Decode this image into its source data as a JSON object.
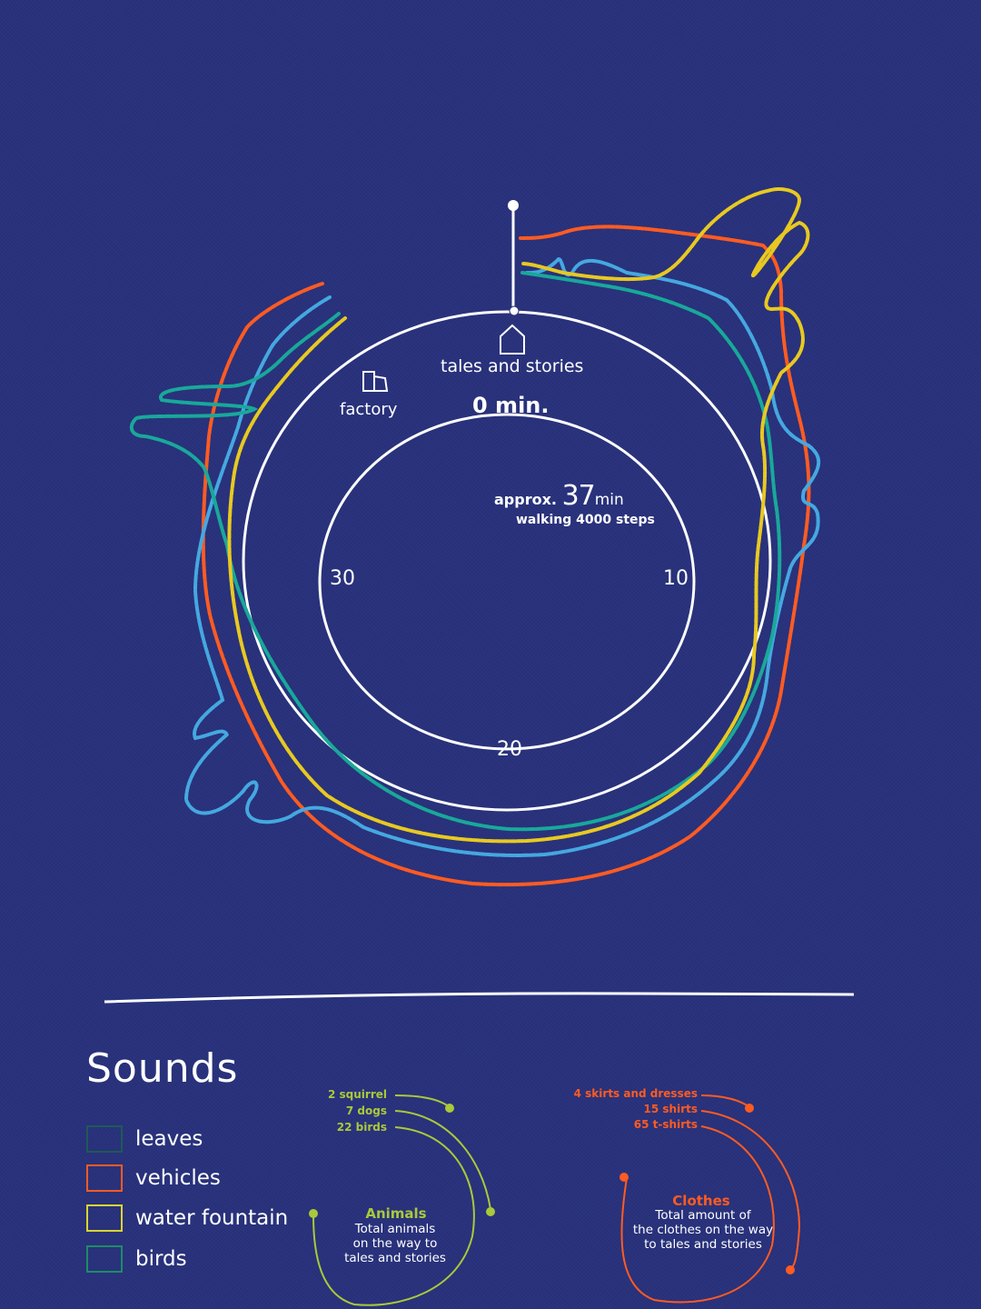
{
  "colors": {
    "background": "#28317b",
    "line_white": "#ffffff",
    "leaves": "#1f5a55",
    "vehicles": "#ff5b22",
    "water_fountain": "#e8c920",
    "birds": "#1d8c66",
    "thread_blue": "#45a8e0",
    "thread_teal": "#19a89a",
    "animals_accent": "#a9c93a",
    "clothes_accent": "#ff5b22"
  },
  "route_diagram": {
    "destination_label": "tales and stories",
    "start_label": "factory",
    "start_time_label": "0 min.",
    "summary_prefix": "approx.",
    "summary_minutes": "37",
    "summary_unit": "min",
    "summary_steps": "walking 4000 steps",
    "tick_labels": {
      "t10": "10",
      "t20": "20",
      "t30": "30"
    },
    "icons": [
      "house-icon",
      "factory-icon",
      "pin-icon"
    ]
  },
  "sounds": {
    "title": "Sounds",
    "legend": [
      {
        "label": "leaves",
        "color": "#1f5a55"
      },
      {
        "label": "vehicles",
        "color": "#ff5b22"
      },
      {
        "label": "water fountain",
        "color": "#d9d52f"
      },
      {
        "label": "birds",
        "color": "#1d8c66"
      }
    ]
  },
  "animals": {
    "title": "Animals",
    "description_lines": [
      "Total animals",
      "on the way to",
      "tales and stories"
    ],
    "items": [
      "2 squirrel",
      "7 dogs",
      "22 birds"
    ]
  },
  "clothes": {
    "title": "Clothes",
    "description_lines": [
      "Total amount of",
      "the clothes  on the way",
      "to tales and stories"
    ],
    "items": [
      "4 skirts and dresses",
      "15 shirts",
      "65 t-shirts"
    ]
  }
}
